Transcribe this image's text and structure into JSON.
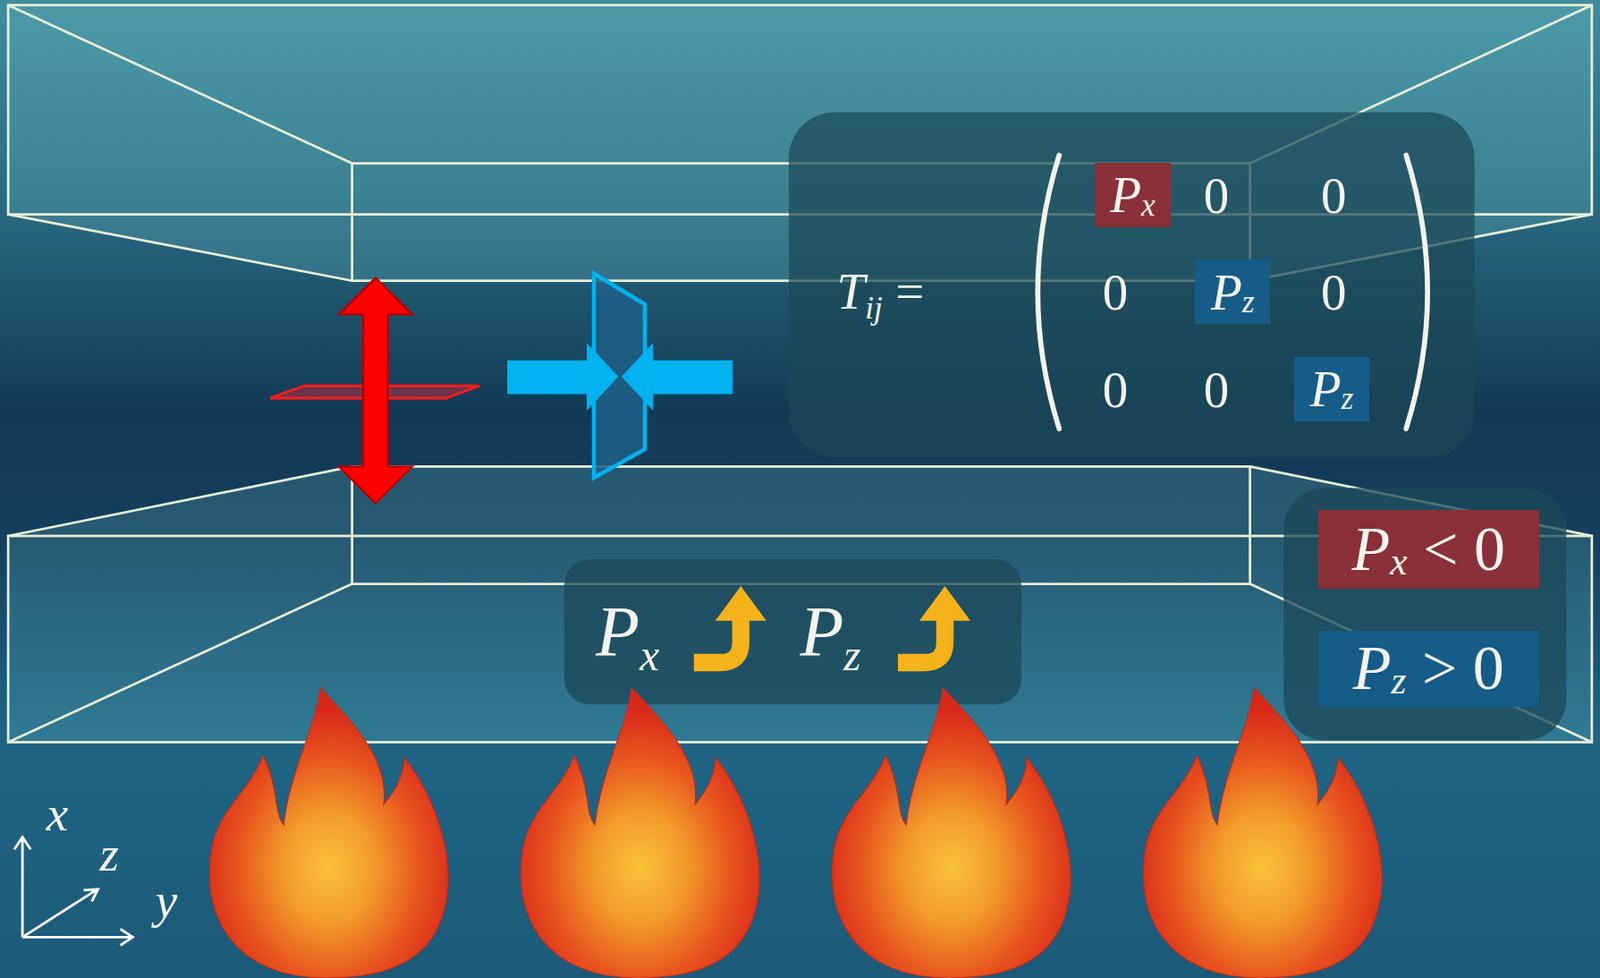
{
  "diagram": {
    "nodes": [
      {
        "text": [
          "T",
          "ij",
          "="
        ]
      },
      {
        "text": [
          "P",
          "x"
        ],
        "in": 0
      },
      {
        "text": [
          "P",
          "z"
        ],
        "in": 0
      },
      {
        "text": [
          "P",
          "z"
        ],
        "in": 0
      },
      {
        "text": [
          "P",
          "x",
          "P",
          "z"
        ]
      },
      {
        "text": [
          "P",
          "x",
          "< 0"
        ]
      },
      {
        "text": [
          "P",
          "z",
          "> 0"
        ]
      }
    ],
    "labels": [
      "0",
      "0",
      "0",
      "0",
      "0",
      "0",
      "x",
      "z",
      "y"
    ]
  }
}
